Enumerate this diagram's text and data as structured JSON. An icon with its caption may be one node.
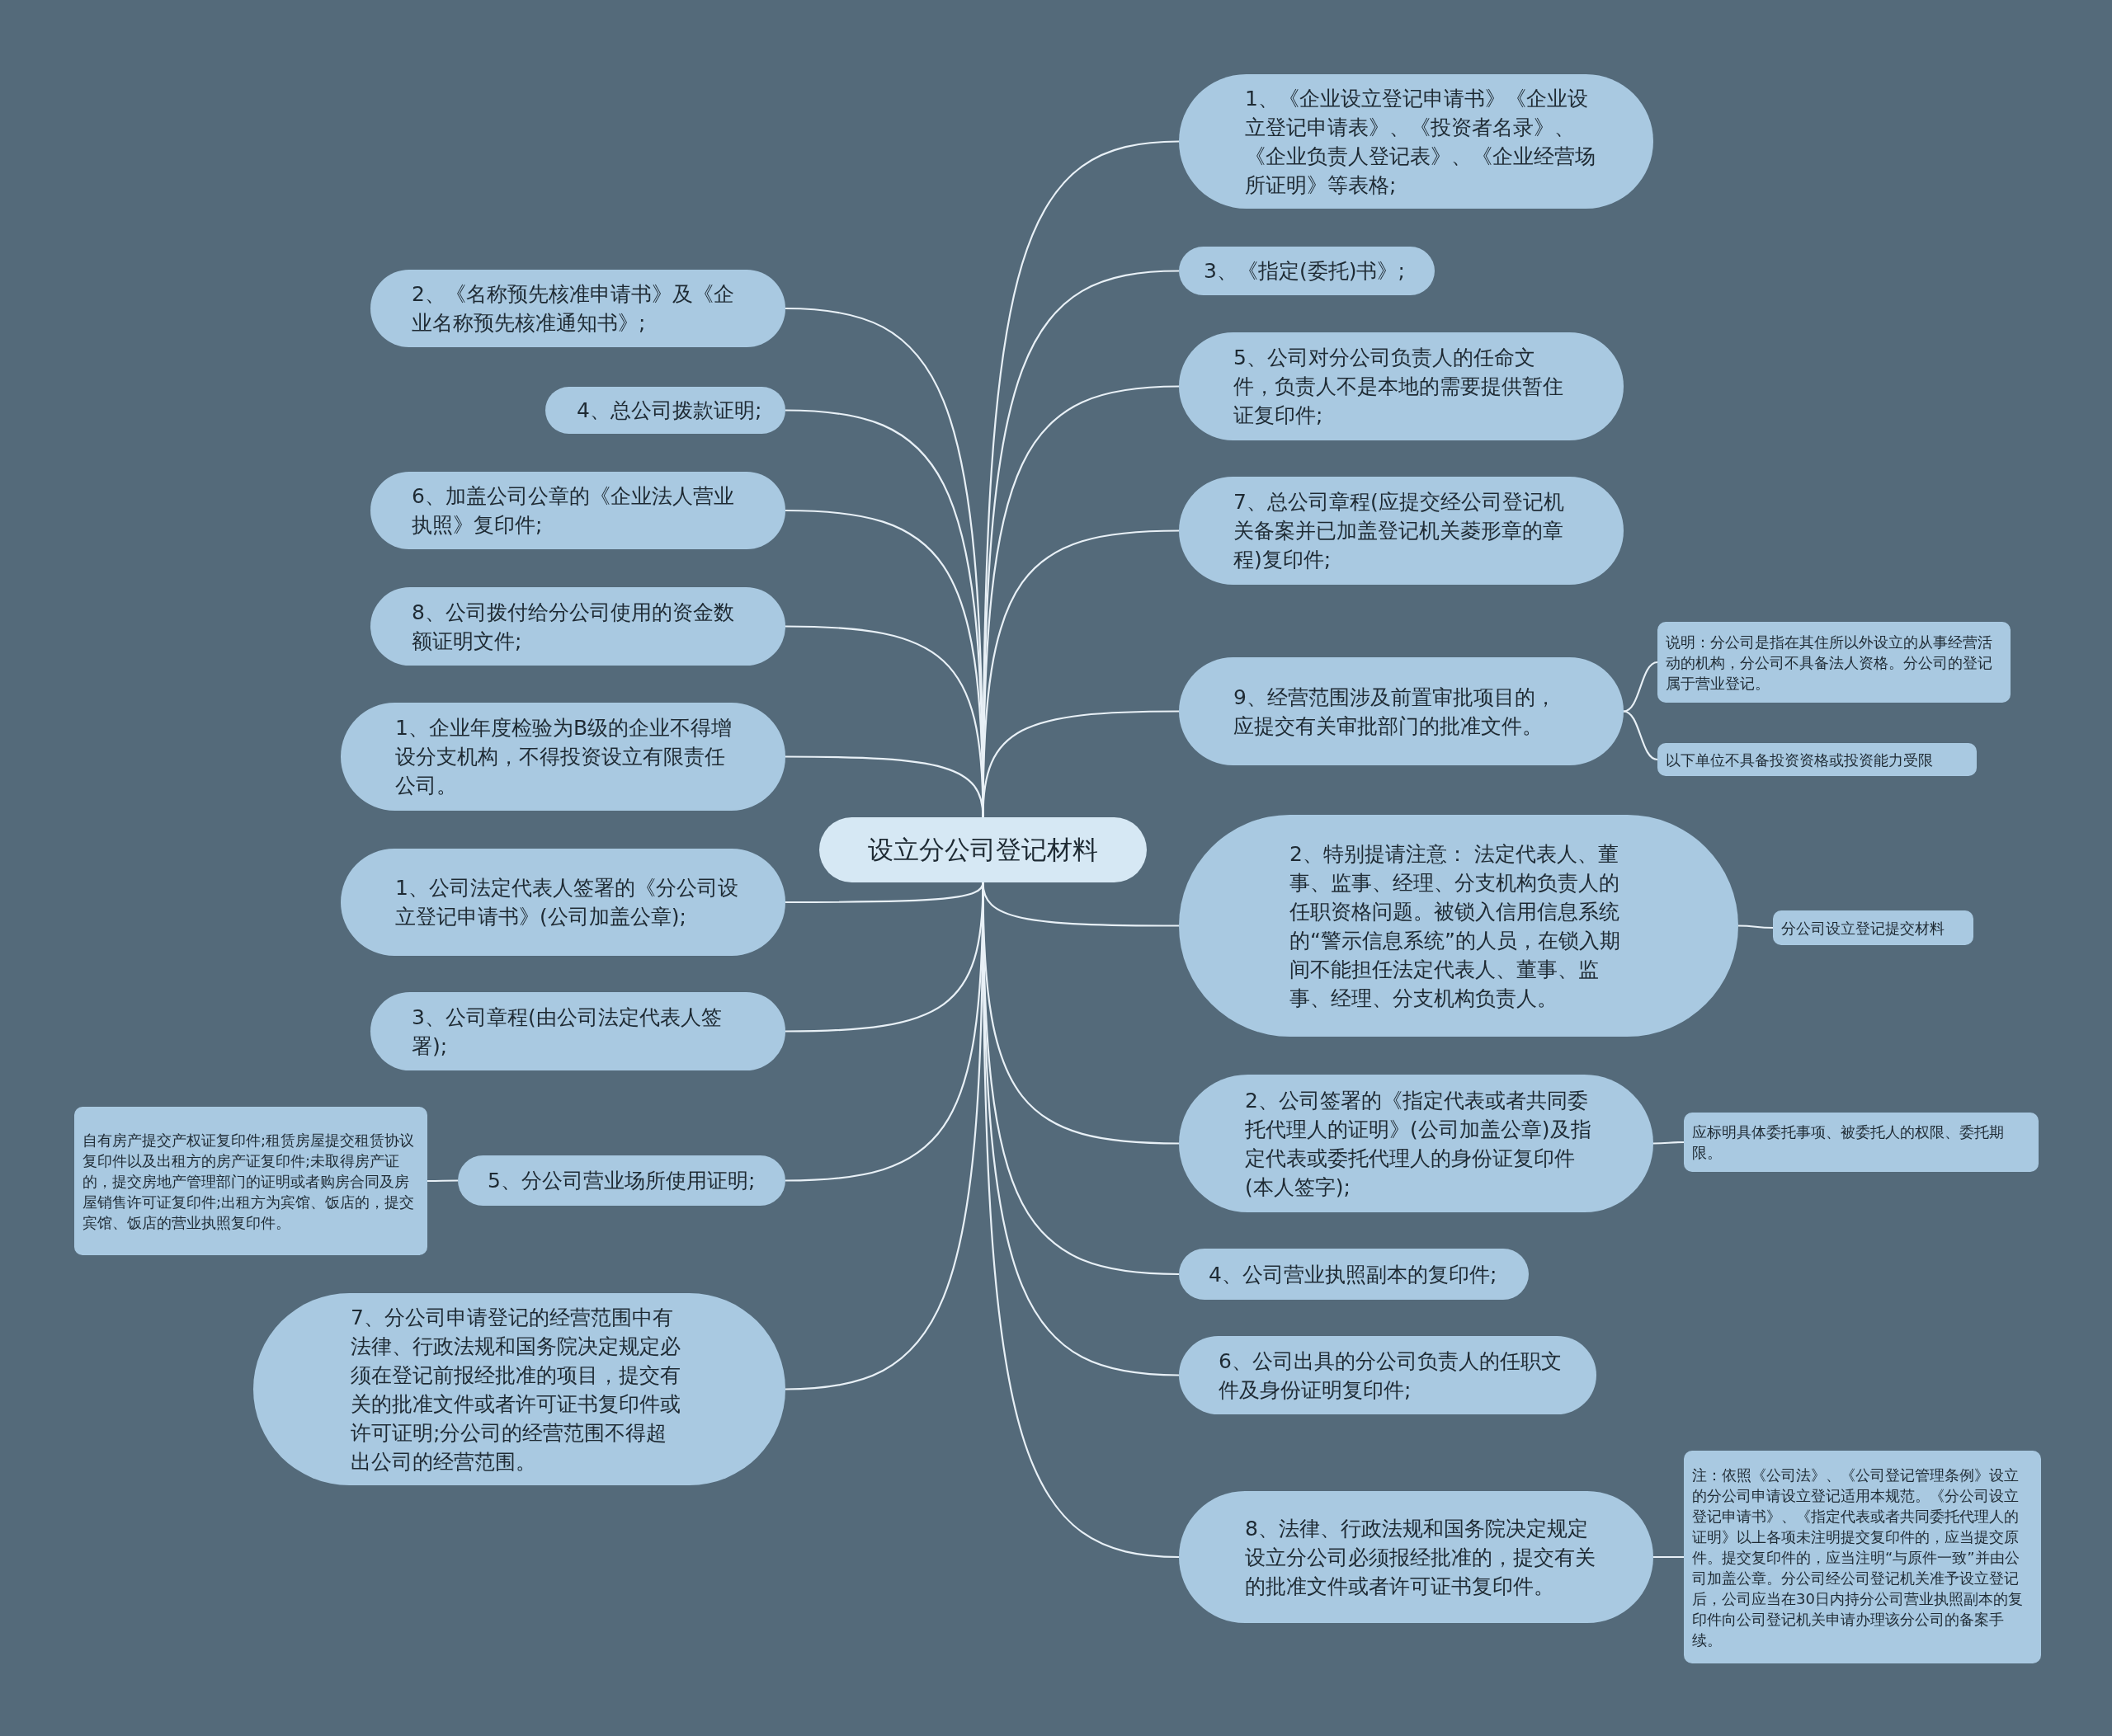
{
  "diagram": {
    "nodes": [
      {
        "text": [
          "设立分公司登记材料"
        ]
      },
      {
        "text": [
          "2、《名称预先核准申请书》及《企业名称预先核准通知书》;"
        ]
      },
      {
        "text": [
          "4、总公司拨款证明;"
        ]
      },
      {
        "text": [
          "6、加盖公司公章的《企业法人营业执照》复印件;"
        ]
      },
      {
        "text": [
          "8、公司拨付给分公司使用的资金数额证明文件;"
        ]
      },
      {
        "text": [
          "1、企业年度检验为B级的企业不得增设分支机构，不得投资设立有限责任公司。"
        ]
      },
      {
        "text": [
          "1、公司法定代表人签署的《分公司设立登记申请书》(公司加盖公章);"
        ]
      },
      {
        "text": [
          "3、公司章程(由公司法定代表人签署);"
        ]
      },
      {
        "text": [
          "5、分公司营业场所使用证明;"
        ]
      },
      {
        "text": [
          "自有房产提交产权证复印件;租赁房屋提交租赁协议复印件以及出租方的房产证复印件;未取得房产证的，提交房地产管理部门的证明或者购房合同及房屋销售许可证复印件;出租方为宾馆、饭店的，提交宾馆、饭店的营业执照复印件。"
        ]
      },
      {
        "text": [
          "7、分公司申请登记的经营范围中有法律、行政法规和国务院决定规定必须在登记前报经批准的项目，提交有关的批准文件或者许可证书复印件或许可证明;分公司的经营范围不得超出公司的经营范围。"
        ]
      },
      {
        "text": [
          "1、《企业设立登记申请书》《企业设立登记申请表》、《投资者名录》、《企业负责人登记表》、《企业经营场所证明》等表格;"
        ]
      },
      {
        "text": [
          "3、《指定(委托)书》;"
        ]
      },
      {
        "text": [
          "5、公司对分公司负责人的任命文件，负责人不是本地的需要提供暂住证复印件;"
        ]
      },
      {
        "text": [
          "7、总公司章程(应提交经公司登记机关备案并已加盖登记机关菱形章的章程)复印件;"
        ]
      },
      {
        "text": [
          "9、经营范围涉及前置审批项目的，应提交有关审批部门的批准文件。"
        ]
      },
      {
        "text": [
          "说明：分公司是指在其住所以外设立的从事经营活动的机构，分公司不具备法人资格。分公司的登记属于营业登记。"
        ]
      },
      {
        "text": [
          "以下单位不具备投资资格或投资能力受限"
        ]
      },
      {
        "text": [
          "2、特别提请注意： 法定代表人、董事、监事、经理、分支机构负责人的任职资格问题。被锁入信用信息系统的“警示信息系统”的人员，在锁入期间不能担任法定代表人、董事、监事、经理、分支机构负责人。"
        ]
      },
      {
        "text": [
          "分公司设立登记提交材料"
        ]
      },
      {
        "text": [
          "2、公司签署的《指定代表或者共同委托代理人的证明》(公司加盖公章)及指定代表或委托代理人的身份证复印件(本人签字);"
        ]
      },
      {
        "text": [
          "应标明具体委托事项、被委托人的权限、委托期限。"
        ]
      },
      {
        "text": [
          "4、公司营业执照副本的复印件;"
        ]
      },
      {
        "text": [
          "6、公司出具的分公司负责人的任职文件及身份证明复印件;"
        ]
      },
      {
        "text": [
          "8、法律、行政法规和国务院决定规定设立分公司必须报经批准的，提交有关的批准文件或者许可证书复印件。"
        ]
      },
      {
        "text": [
          "注：依照《公司法》、《公司登记管理条例》设立的分公司申请设立登记适用本规范。《分公司设立登记申请书》、《指定代表或者共同委托代理人的证明》以上各项未注明提交复印件的，应当提交原件。提交复印件的，应当注明“与原件一致”并由公司加盖公章。分公司经公司登记机关准予设立登记后，公司应当在30日内持分公司营业执照副本的复印件向公司登记机关申请办理该分公司的备案手续。"
        ]
      }
    ],
    "edges": [
      {
        "from": 0,
        "to": 1,
        "arrow": "none"
      },
      {
        "from": 0,
        "to": 2,
        "arrow": "none"
      },
      {
        "from": 0,
        "to": 3,
        "arrow": "none"
      },
      {
        "from": 0,
        "to": 4,
        "arrow": "none"
      },
      {
        "from": 0,
        "to": 5,
        "arrow": "none"
      },
      {
        "from": 0,
        "to": 6,
        "arrow": "none"
      },
      {
        "from": 0,
        "to": 7,
        "arrow": "none"
      },
      {
        "from": 0,
        "to": 8,
        "arrow": "none"
      },
      {
        "from": 8,
        "to": 9,
        "arrow": "none"
      },
      {
        "from": 0,
        "to": 10,
        "arrow": "none"
      },
      {
        "from": 0,
        "to": 11,
        "arrow": "none"
      },
      {
        "from": 0,
        "to": 12,
        "arrow": "none"
      },
      {
        "from": 0,
        "to": 13,
        "arrow": "none"
      },
      {
        "from": 0,
        "to": 14,
        "arrow": "none"
      },
      {
        "from": 0,
        "to": 15,
        "arrow": "none"
      },
      {
        "from": 15,
        "to": 16,
        "arrow": "none"
      },
      {
        "from": 15,
        "to": 17,
        "arrow": "none"
      },
      {
        "from": 0,
        "to": 18,
        "arrow": "none"
      },
      {
        "from": 18,
        "to": 19,
        "arrow": "none"
      },
      {
        "from": 0,
        "to": 20,
        "arrow": "none"
      },
      {
        "from": 20,
        "to": 21,
        "arrow": "none"
      },
      {
        "from": 0,
        "to": 22,
        "arrow": "none"
      },
      {
        "from": 0,
        "to": 23,
        "arrow": "none"
      },
      {
        "from": 0,
        "to": 24,
        "arrow": "none"
      },
      {
        "from": 24,
        "to": 25,
        "arrow": "none"
      }
    ]
  }
}
